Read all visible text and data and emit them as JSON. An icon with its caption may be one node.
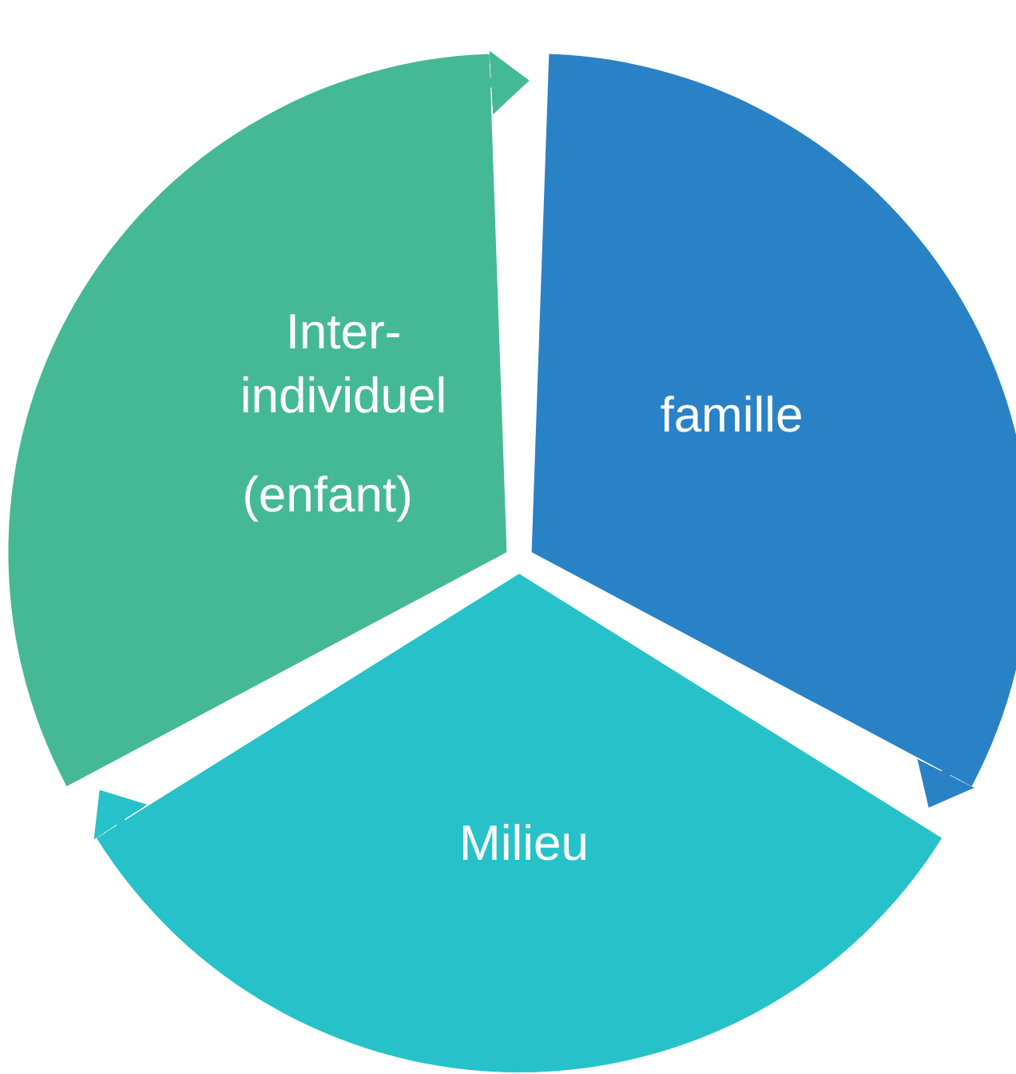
{
  "diagram": {
    "nodes": [
      {
        "text": [
          "Inter- individuel",
          "(enfant)"
        ]
      },
      {
        "text": [
          "famille"
        ]
      },
      {
        "text": [
          "Milieu"
        ]
      }
    ],
    "edges": [
      {
        "from": 0,
        "to": 1,
        "arrow": "to"
      },
      {
        "from": 1,
        "to": 2,
        "arrow": "to"
      },
      {
        "from": 2,
        "to": 0,
        "arrow": "to"
      }
    ]
  }
}
